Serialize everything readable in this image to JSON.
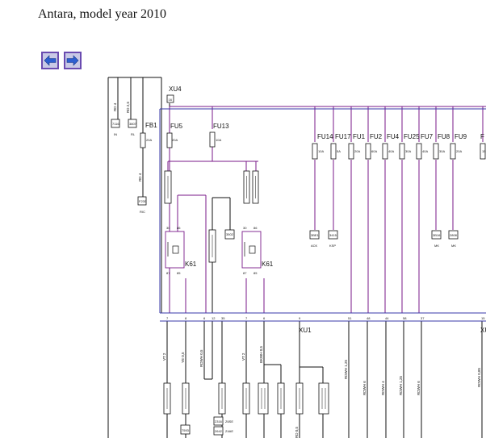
{
  "page": {
    "title": "Antara, model year 2010"
  },
  "navigation": {
    "back_icon": "arrow-left-icon",
    "forward_icon": "arrow-right-icon"
  },
  "colors": {
    "wire_purple": "#7a1a8a",
    "wire_blue": "#3a3aa8",
    "button_fill": "#c9c9e6",
    "button_border": "#6a4bb0",
    "arrow": "#2e5fd0"
  },
  "diagram": {
    "top_connector": "XU4",
    "top_connector_pin": "16",
    "bottom_connector": "XU1",
    "right_connector_clip": "XU",
    "relay_label": "K61",
    "wire_size_labels": {
      "w1": "RD 4",
      "w2": "RD 2,5",
      "w3": "RD 4"
    },
    "ground_blocks": [
      {
        "code": "7116",
        "sub": "IN"
      },
      {
        "code": "3807",
        "sub": "RL"
      },
      {
        "code": "F230",
        "sub": "RIC"
      }
    ],
    "fuses": [
      {
        "name": "FB1",
        "rating": "20A"
      },
      {
        "name": "FU5",
        "rating": "20A"
      },
      {
        "name": "FU13",
        "rating": "10A"
      },
      {
        "name": "FU14",
        "rating": "10A"
      },
      {
        "name": "FU17",
        "rating": "5A"
      },
      {
        "name": "FU1",
        "rating": "20A"
      },
      {
        "name": "FU2",
        "rating": "60A"
      },
      {
        "name": "FU4",
        "rating": "40A"
      },
      {
        "name": "FU25",
        "rating": "30A"
      },
      {
        "name": "FU7",
        "rating": "40A"
      },
      {
        "name": "FU8",
        "rating": "30A"
      },
      {
        "name": "FU9",
        "rating": "20A"
      },
      {
        "name": "F",
        "rating": "15"
      }
    ],
    "fuse_tags": [
      {
        "code": "3BE1",
        "sub": "ACK"
      },
      {
        "code": "3415",
        "sub": "KSP"
      },
      {
        "code": "3B16",
        "sub": "MK"
      },
      {
        "code": "2808",
        "sub": "MK"
      }
    ],
    "relay_pins": {
      "left": [
        "30",
        "86",
        "87",
        "85"
      ],
      "right": [
        "30",
        "86",
        "87",
        "85"
      ]
    },
    "relay_side_tag": "3502",
    "xu1_pins": [
      "7",
      "8",
      "6",
      "12",
      "35",
      "7",
      "6",
      "9",
      "51",
      "48",
      "44",
      "58",
      "37",
      "15"
    ],
    "bottom_wire_labels": [
      "VT 2",
      "YE 0,5",
      "RDWH 0,5",
      "VT 2",
      "BKWH 0,5",
      "RDWH 1,25",
      "RDWH 6",
      "RDWH 4",
      "RDWH 1,25",
      "RDWH 6",
      "RDWH 0,85",
      "RD 0,5"
    ],
    "bottom_tags": [
      {
        "code": "7593",
        "sub": ""
      },
      {
        "code": "Z6SE",
        "code2": "Z4AE",
        "pre1": "2316",
        "pre2": "2642"
      }
    ]
  }
}
